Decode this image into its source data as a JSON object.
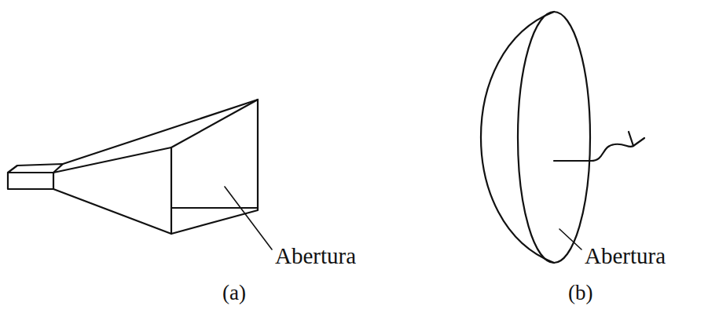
{
  "diagram": {
    "labels": [
      "Abertura",
      "(a)",
      "Abertura",
      "(b)"
    ]
  }
}
